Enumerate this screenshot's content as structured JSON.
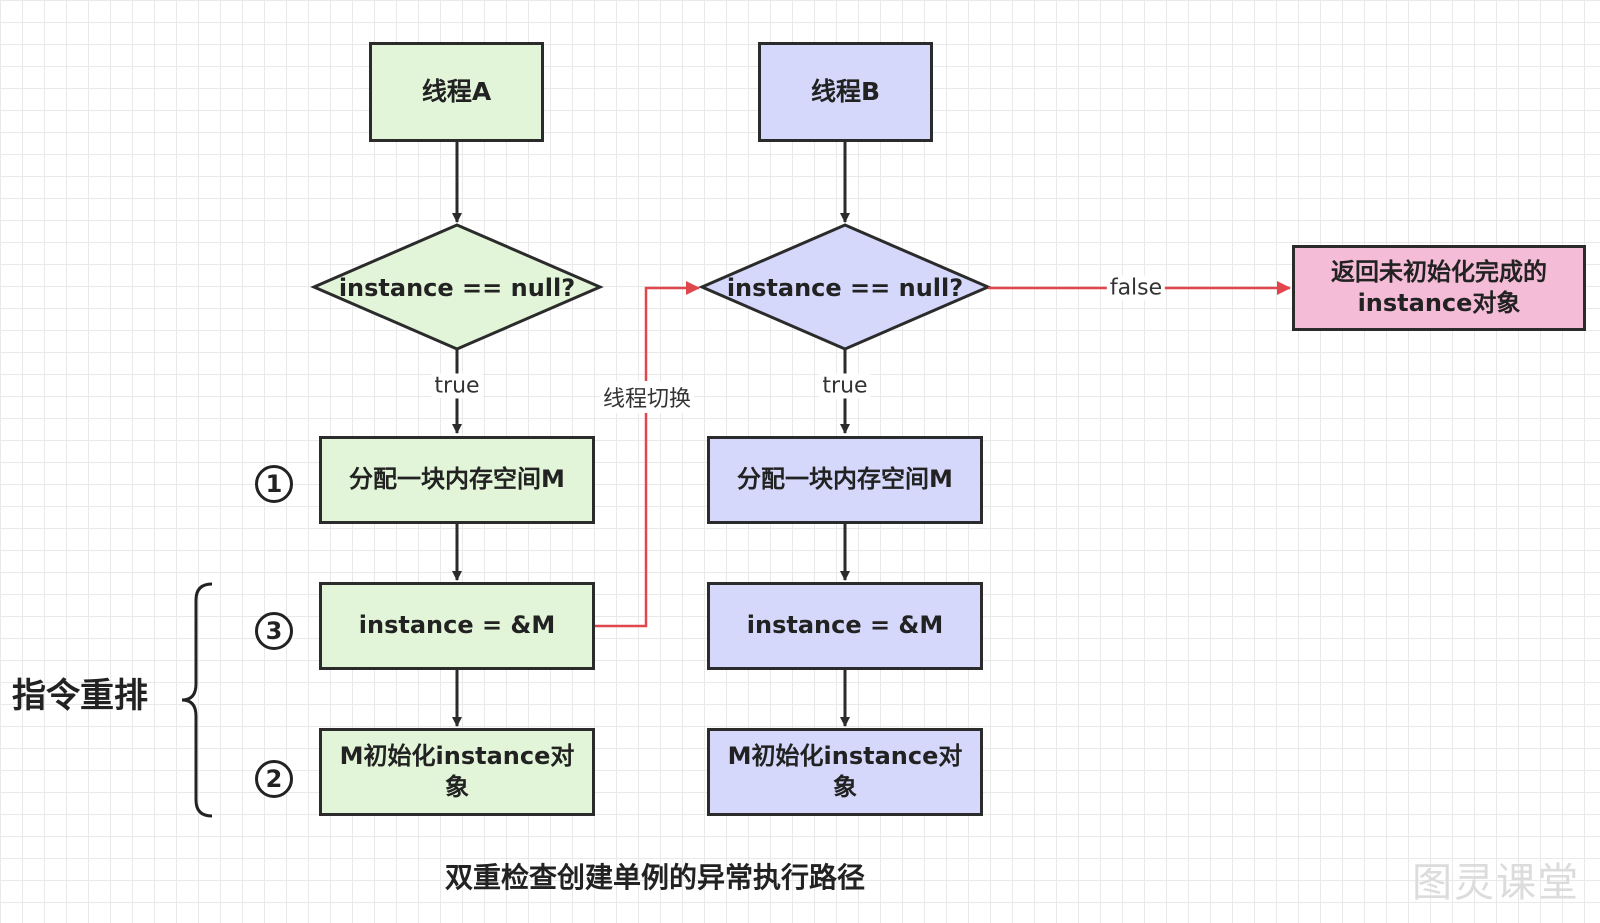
{
  "thread_a": {
    "title": "线程A",
    "check": "instance == null?",
    "true_label": "true",
    "step1": "分配一块内存空间M",
    "step3": "instance = &M",
    "step2": "M初始化instance对象"
  },
  "thread_b": {
    "title": "线程B",
    "check": "instance == null?",
    "true_label": "true",
    "false_label": "false",
    "step1": "分配一块内存空间M",
    "step3": "instance = &M",
    "step2": "M初始化instance对象",
    "result": "返回未初始化完成的instance对象"
  },
  "switch_label": "线程切换",
  "step_numbers": {
    "one": "1",
    "three": "3",
    "two": "2"
  },
  "reorder_label": "指令重排",
  "caption": "双重检查创建单例的异常执行路径",
  "watermark": "图灵课堂",
  "colors": {
    "thread_a_fill": "#e3f5d8",
    "thread_b_fill": "#d6d8fb",
    "result_fill": "#f4bcd6",
    "highlight_arrow": "#e0474c",
    "line": "#2b2b2b"
  }
}
